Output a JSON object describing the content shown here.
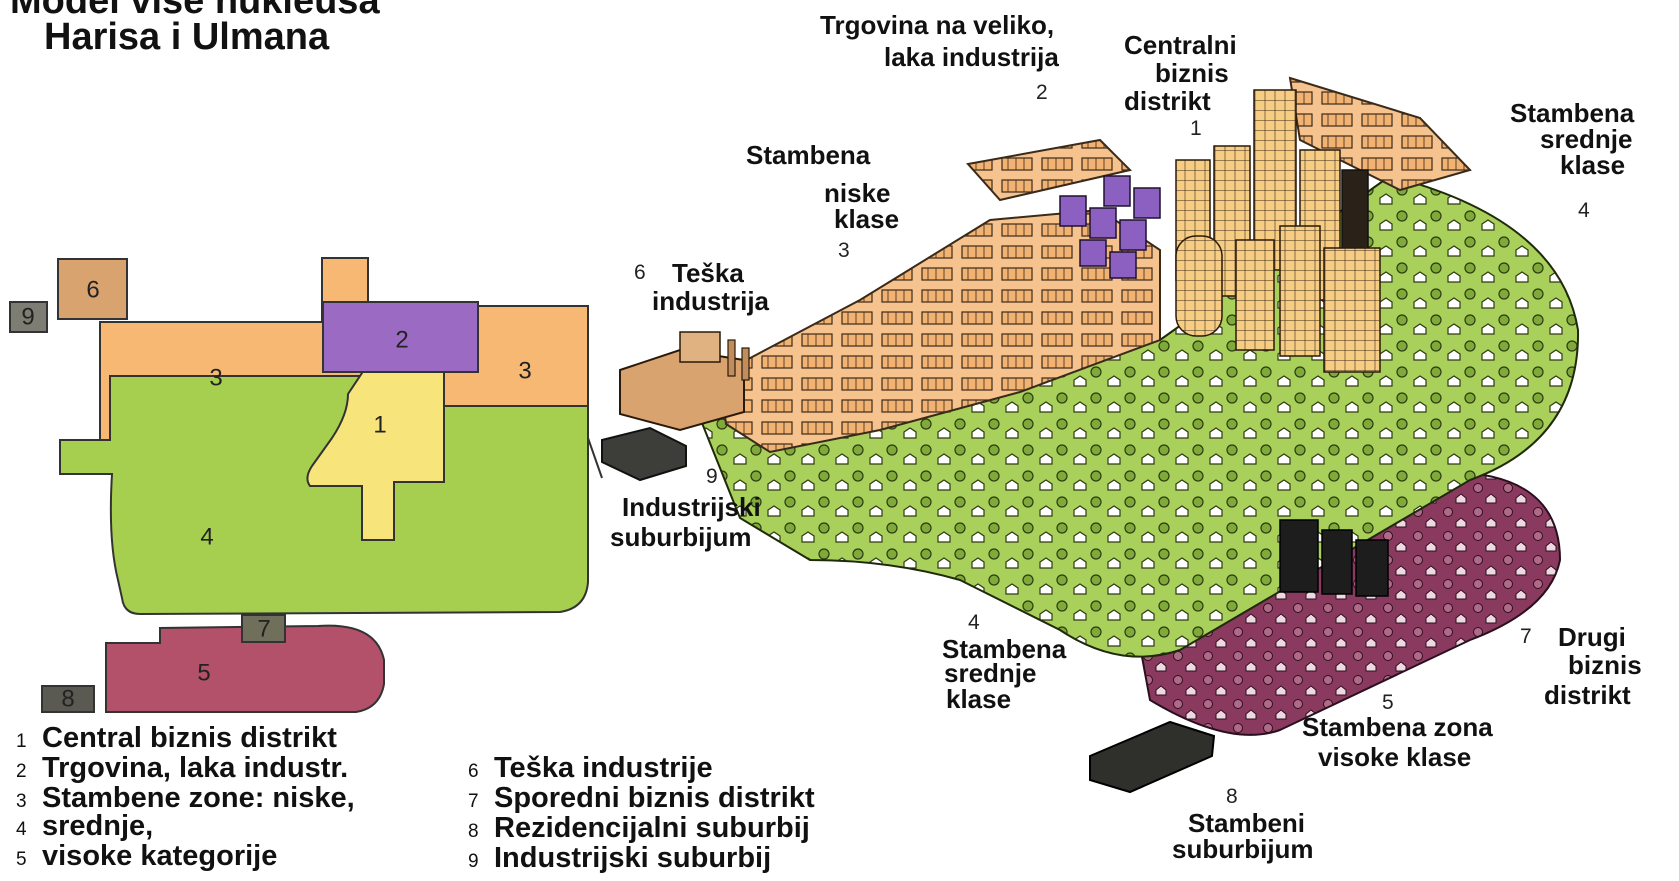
{
  "title": {
    "line1": "Model više nukleusa",
    "line2": "Harisa i Ulmana"
  },
  "colors": {
    "cbd": "#f7e57c",
    "wholesale": "#9b6bc4",
    "low_res": "#f6b872",
    "mid_res": "#a7cf4f",
    "high_res": "#b3516a",
    "heavy_industry": "#d9a36f",
    "other_business": "#6f6f5c",
    "res_suburb": "#5a5a52",
    "ind_suburb": "#7d7d74"
  },
  "map_zones": {
    "z1": "1",
    "z2": "2",
    "z3a": "3",
    "z3b": "3",
    "z4": "4",
    "z5": "5",
    "z6": "6",
    "z7": "7",
    "z8": "8",
    "z9": "9"
  },
  "labels": {
    "trgovina": {
      "num": "2",
      "line1": "Trgovina na veliko,",
      "line2": "laka industrija"
    },
    "centralni": {
      "num": "1",
      "line1": "Centralni",
      "line2": "biznis",
      "line3": "distrikt"
    },
    "stambena_niske": {
      "num": "3",
      "line1": "Stambena",
      "line2": "niske",
      "line3": "klase"
    },
    "stambena_srednje_top": {
      "num": "4",
      "line1": "Stambena",
      "line2": "srednje",
      "line3": "klase"
    },
    "teska": {
      "num": "6",
      "line1": "Teška",
      "line2": "industrija"
    },
    "ind_suburbijum": {
      "num": "9",
      "line1": "Industrijski",
      "line2": "suburbijum"
    },
    "stambena_srednje_bottom": {
      "num": "4",
      "line1": "Stambena",
      "line2": "srednje",
      "line3": "klase"
    },
    "drugi": {
      "num": "7",
      "line1": "Drugi",
      "line2": "biznis",
      "line3": "distrikt"
    },
    "stambena_zona": {
      "num": "5",
      "line1": "Stambena zona",
      "line2": "visoke klase"
    },
    "stambeni_suburbijum": {
      "num": "8",
      "line1": "Stambeni",
      "line2": "suburbijum"
    }
  },
  "legend": [
    {
      "num": "1",
      "text": "Central biznis distrikt"
    },
    {
      "num": "2",
      "text": "Trgovina, laka industr."
    },
    {
      "num": "3",
      "text": "Stambene zone: niske,"
    },
    {
      "num": "4",
      "text": "srednje,"
    },
    {
      "num": "5",
      "text": "visoke kategorije"
    },
    {
      "num": "6",
      "text": "Teška industrije"
    },
    {
      "num": "7",
      "text": "Sporedni biznis distrikt"
    },
    {
      "num": "8",
      "text": "Rezidencijalni suburbij"
    },
    {
      "num": "9",
      "text": "Industrijski suburbij"
    }
  ]
}
